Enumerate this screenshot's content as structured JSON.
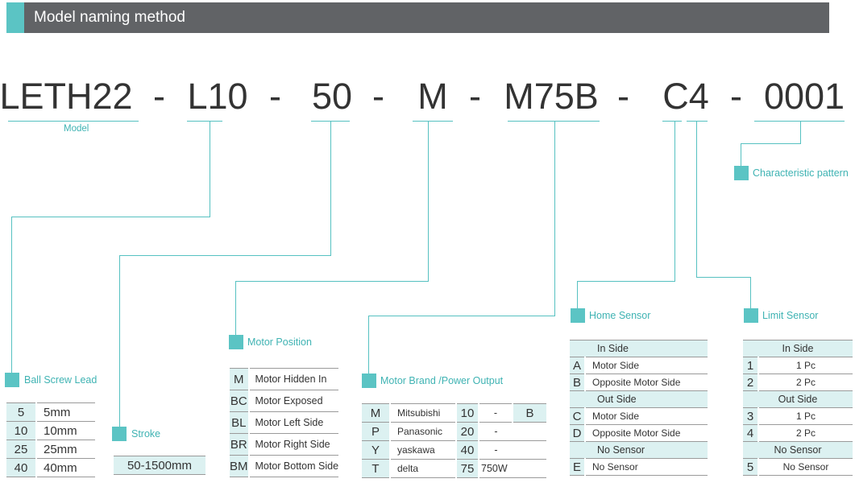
{
  "header": {
    "title": "Model naming method"
  },
  "model_code": {
    "segments": [
      "LETH22",
      "L10",
      "50",
      "M",
      "M75B",
      "C4",
      "0001"
    ],
    "separator": "-",
    "model_caption": "Model"
  },
  "labels": {
    "ball_screw_lead": "Ball Screw Lead",
    "stroke": "Stroke",
    "motor_position": "Motor Position",
    "motor_brand": "Motor Brand /Power Output",
    "home_sensor": "Home Sensor",
    "limit_sensor": "Limit Sensor",
    "characteristic": "Characteristic pattern"
  },
  "ball_screw_lead": [
    {
      "code": "5",
      "value": "5mm"
    },
    {
      "code": "10",
      "value": "10mm"
    },
    {
      "code": "25",
      "value": "25mm"
    },
    {
      "code": "40",
      "value": "40mm"
    }
  ],
  "stroke": {
    "range": "50-1500mm"
  },
  "motor_position": [
    {
      "code": "M",
      "value": "Motor Hidden In"
    },
    {
      "code": "BC",
      "value": "Motor Exposed"
    },
    {
      "code": "BL",
      "value": "Motor Left Side"
    },
    {
      "code": "BR",
      "value": "Motor Right Side"
    },
    {
      "code": "BM",
      "value": "Motor Bottom Side"
    }
  ],
  "motor_brand": [
    {
      "code": "M",
      "brand": "Mitsubishi",
      "power": "10",
      "power_label": "-",
      "brake": "B"
    },
    {
      "code": "P",
      "brand": "Panasonic",
      "power": "20",
      "power_label": "-",
      "brake": ""
    },
    {
      "code": "Y",
      "brand": "yaskawa",
      "power": "40",
      "power_label": "-",
      "brake": ""
    },
    {
      "code": "T",
      "brand": "delta",
      "power": "75",
      "power_label": "750W",
      "brake": ""
    }
  ],
  "home_sensor": {
    "in_side_header": "In Side",
    "in_side": [
      {
        "code": "A",
        "value": "Motor Side"
      },
      {
        "code": "B",
        "value": "Opposite Motor Side"
      }
    ],
    "out_side_header": "Out Side",
    "out_side": [
      {
        "code": "C",
        "value": "Motor Side"
      },
      {
        "code": "D",
        "value": "Opposite Motor Side"
      }
    ],
    "no_sensor_header": "No Sensor",
    "no_sensor": [
      {
        "code": "E",
        "value": "No Sensor"
      }
    ]
  },
  "limit_sensor": {
    "in_side_header": "In Side",
    "in_side": [
      {
        "code": "1",
        "value": "1 Pc"
      },
      {
        "code": "2",
        "value": "2 Pc"
      }
    ],
    "out_side_header": "Out Side",
    "out_side": [
      {
        "code": "3",
        "value": "1 Pc"
      },
      {
        "code": "4",
        "value": "2 Pc"
      }
    ],
    "no_sensor_header": "No Sensor",
    "no_sensor": [
      {
        "code": "5",
        "value": "No Sensor"
      }
    ]
  },
  "colors": {
    "accent": "#5bc4c4",
    "header_bg": "#616366",
    "cell_bg": "#dcf1f1"
  }
}
